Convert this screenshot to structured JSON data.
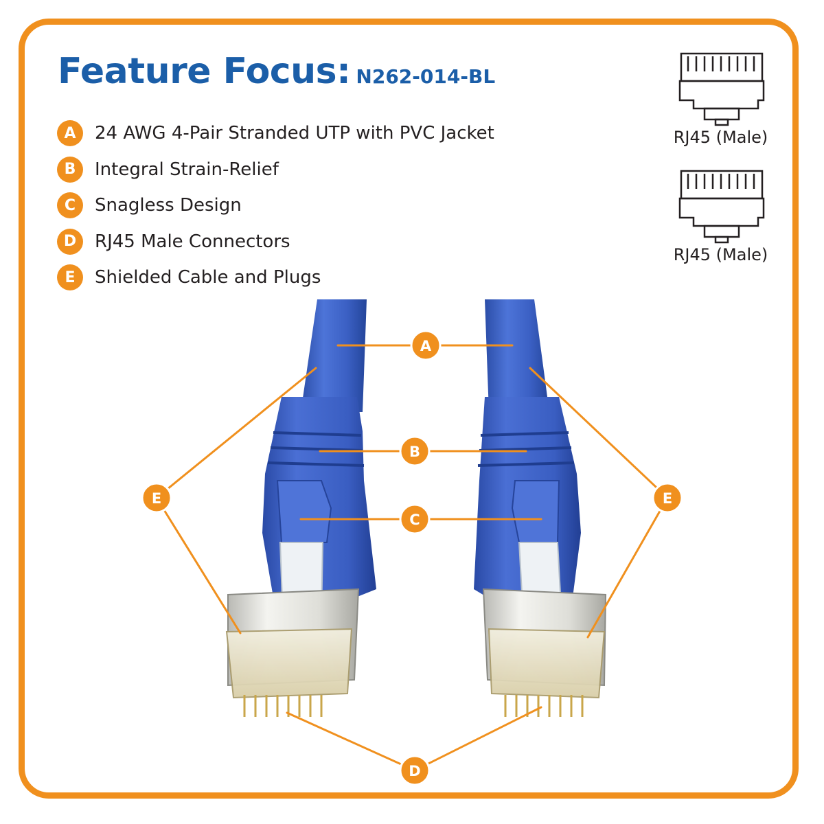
{
  "header": {
    "title": "Feature Focus:",
    "model": "N262-014-BL"
  },
  "features": [
    {
      "letter": "A",
      "text": "24 AWG 4-Pair Stranded UTP with PVC Jacket"
    },
    {
      "letter": "B",
      "text": "Integral Strain-Relief"
    },
    {
      "letter": "C",
      "text": "Snagless Design"
    },
    {
      "letter": "D",
      "text": "RJ45 Male Connectors"
    },
    {
      "letter": "E",
      "text": "Shielded Cable and Plugs"
    }
  ],
  "connectors": [
    {
      "label": "RJ45 (Male)",
      "icon": "rj45-plug-icon"
    },
    {
      "label": "RJ45 (Male)",
      "icon": "rj45-plug-icon"
    }
  ],
  "callouts": {
    "a": "A",
    "b": "B",
    "c": "C",
    "d": "D",
    "e_left": "E",
    "e_right": "E"
  },
  "colors": {
    "accent": "#f0901e",
    "title": "#1b5ea8",
    "cable": "#3c62c4",
    "text": "#231f20"
  }
}
